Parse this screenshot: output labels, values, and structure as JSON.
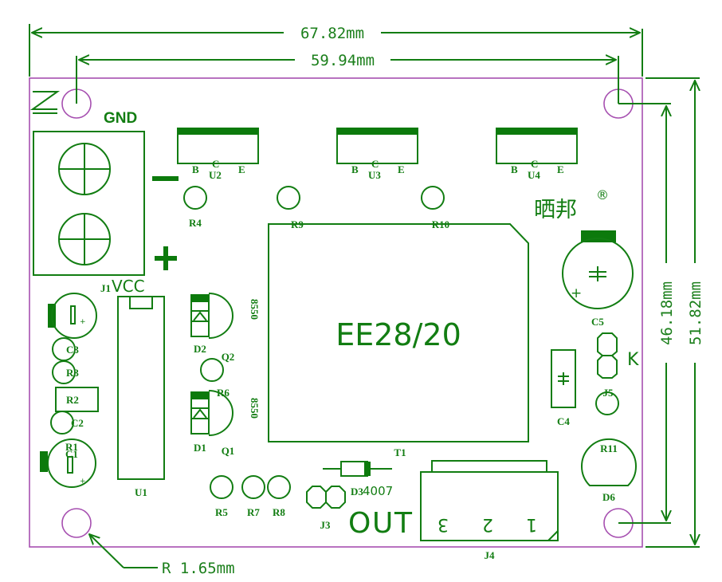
{
  "title": "PCB silkscreen layout",
  "dimensions": {
    "overall_width": "67.82mm",
    "hole_spacing_x": "59.94mm",
    "hole_spacing_y": "46.18mm",
    "overall_height": "51.82mm",
    "hole_radius": "R 1.65mm"
  },
  "power": {
    "gnd": "GND",
    "vcc": "VCC",
    "minus": "−",
    "plus": "+"
  },
  "brand": {
    "name": "晒邦",
    "mark": "®"
  },
  "transformer": {
    "ref": "T1",
    "model": "EE28/20"
  },
  "regulators": [
    {
      "ref": "U2",
      "pins": [
        "B",
        "C",
        "E"
      ]
    },
    {
      "ref": "U3",
      "pins": [
        "B",
        "C",
        "E"
      ]
    },
    {
      "ref": "U4",
      "pins": [
        "B",
        "C",
        "E"
      ]
    }
  ],
  "ic": {
    "ref": "U1"
  },
  "transistors": [
    {
      "ref": "Q2",
      "model": "8550"
    },
    {
      "ref": "Q1",
      "model": "8550"
    }
  ],
  "diodes": {
    "d1": "D1",
    "d2": "D2",
    "d3": "D3",
    "d3_model": "4007",
    "d6": "D6"
  },
  "resistors": {
    "r1": "R1",
    "r2": "R2",
    "r3": "R3",
    "r4": "R4",
    "r5": "R5",
    "r6": "R6",
    "r7": "R7",
    "r8": "R8",
    "r9": "R9",
    "r10": "R10",
    "r11": "R11"
  },
  "capacitors": {
    "c1": "C1",
    "c2": "C2",
    "c3": "C3",
    "c4": "C4",
    "c5": "C5",
    "c5_plus": "+"
  },
  "connectors": {
    "j1": "J1",
    "j3": "J3",
    "j4": "J4",
    "j4_pins": [
      "3",
      "2",
      "1"
    ],
    "j5": "J5",
    "j5_label": "K",
    "out_label": "OUT"
  },
  "colors": {
    "silkscreen": "#127d12",
    "board_outline": "#a64fb0",
    "background": "#ffffff"
  }
}
